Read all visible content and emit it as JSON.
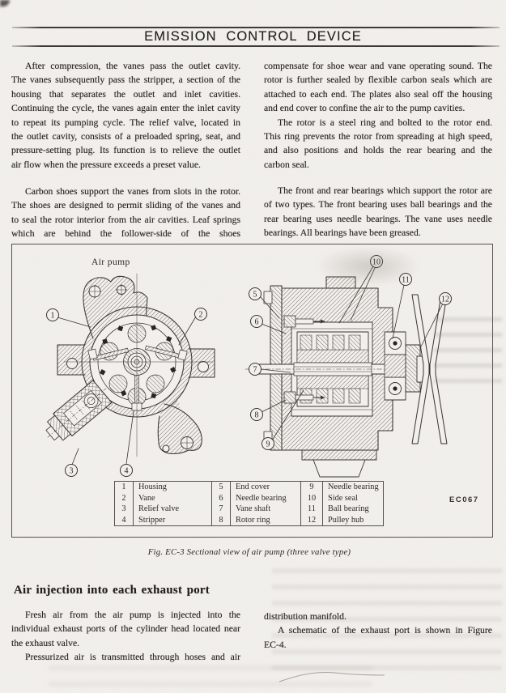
{
  "header": {
    "title": "EMISSION CONTROL DEVICE"
  },
  "intro": {
    "left_col": {
      "para1_lines": [
        "After compression, the vanes pass the outlet cavity.",
        "The vanes subsequently pass the stripper, a section of the",
        "housing that separates the outlet and inlet cavities.",
        "Continuing the cycle, the vanes again enter the inlet cavity",
        "to repeat its pumping cycle. The relief valve, located in",
        "the outlet cavity, consists of a preloaded spring, seat, and",
        "pressure-setting plug. Its function is to relieve the outlet",
        "air flow when the pressure exceeds a preset value."
      ],
      "para2_lines": [
        "Carbon shoes support the vanes from slots in the rotor.",
        "The shoes are designed to permit sliding of the vanes and",
        "to seal the rotor interior from the air cavities. Leaf springs",
        "which are behind the follower-side of the shoes"
      ]
    },
    "right_col": {
      "para1_lines": [
        "compensate for shoe wear and vane operating sound. The",
        "rotor is further sealed by flexible carbon seals which are",
        "attached to each end. The plates also seal off the housing",
        "and end cover to confine the air to the pump cavities."
      ],
      "para2_lines": [
        "The rotor is a steel ring and bolted to the rotor end.",
        "This ring prevents the rotor from spreading at high speed,",
        "and also positions and holds the rear bearing and the",
        "carbon seal."
      ],
      "para3_lines": [
        "The front and rear bearings which support the rotor are",
        "of two types. The front bearing uses ball bearings and the",
        "rear bearing uses needle bearings. The vane uses needle",
        "bearings. All bearings have been greased."
      ]
    }
  },
  "figure": {
    "label": "Air pump",
    "code": "EC067",
    "caption": "Fig. EC-3  Sectional view of air pump (three valve type)",
    "callouts": [
      "1",
      "2",
      "3",
      "4",
      "5",
      "6",
      "7",
      "8",
      "9",
      "10",
      "11",
      "12"
    ],
    "legend": [
      {
        "num": "1",
        "label": "Housing"
      },
      {
        "num": "2",
        "label": "Vane"
      },
      {
        "num": "3",
        "label": "Relief valve"
      },
      {
        "num": "4",
        "label": "Stripper"
      },
      {
        "num": "5",
        "label": "End cover"
      },
      {
        "num": "6",
        "label": "Needle bearing"
      },
      {
        "num": "7",
        "label": "Vane shaft"
      },
      {
        "num": "8",
        "label": "Rotor ring"
      },
      {
        "num": "9",
        "label": "Needle bearing"
      },
      {
        "num": "10",
        "label": "Side seal"
      },
      {
        "num": "11",
        "label": "Ball bearing"
      },
      {
        "num": "12",
        "label": "Pulley hub"
      }
    ]
  },
  "section": {
    "heading": "Air injection into each exhaust port",
    "left_col": {
      "para1_lines": [
        "Fresh air from the air pump is injected into the",
        "individual exhaust ports of the cylinder head located near",
        "the exhaust valve."
      ],
      "para2_lines": [
        "Pressurized air is transmitted through hoses and air"
      ]
    },
    "right_col": {
      "para1_lines": [
        "distribution manifold."
      ],
      "para2_lines": [
        "A schematic of the exhaust port is shown in Figure",
        "EC-4."
      ]
    }
  }
}
